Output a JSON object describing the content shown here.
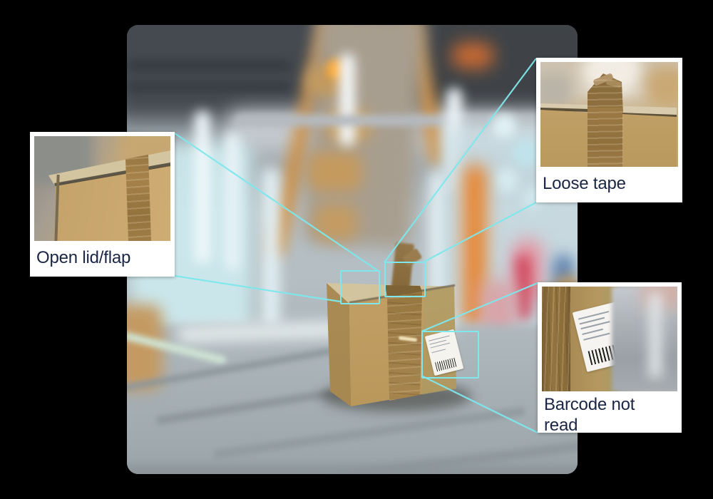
{
  "page": {
    "background_color": "#000000",
    "accent_color": "#7ee8ec",
    "label_color": "#1b2645",
    "card_background": "#ffffff"
  },
  "annotations": [
    {
      "id": "open-lid-flap",
      "label": "Open lid/flap"
    },
    {
      "id": "loose-tape",
      "label": "Loose tape"
    },
    {
      "id": "barcode-not-read",
      "label": "Barcode not read"
    }
  ]
}
